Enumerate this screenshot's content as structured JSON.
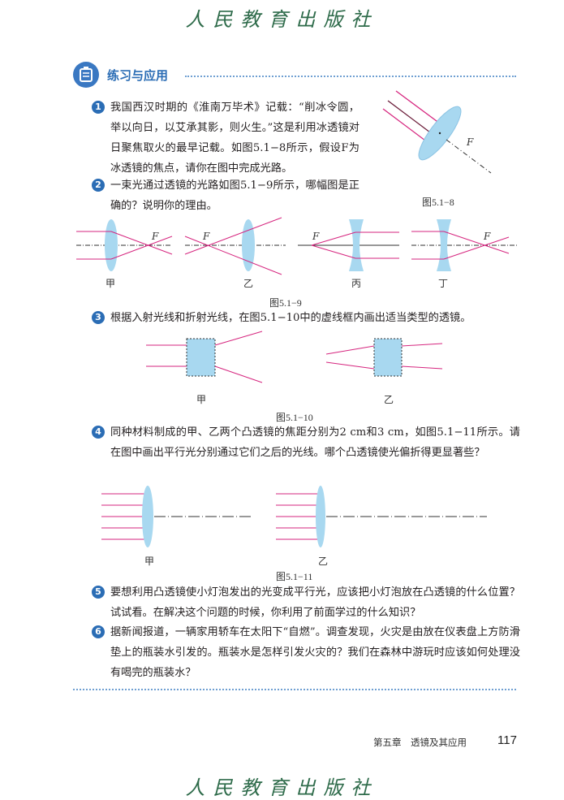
{
  "header": {
    "watermark": "人民教育出版社"
  },
  "section": {
    "title": "练习与应用",
    "icon": "exercise-clipboard-icon"
  },
  "questions": [
    {
      "num": "1",
      "text": "我国西汉时期的《淮南万毕术》记载：“削冰令圆，举以向日，以艾承其影，则火生。”这是利用冰透镜对日聚焦取火的最早记载。如图5.1−8所示，假设F为冰透镜的焦点，请你在图中完成光路。"
    },
    {
      "num": "2",
      "text": "一束光通过透镜的光路如图5.1−9所示，哪幅图是正确的？说明你的理由。"
    },
    {
      "num": "3",
      "text": "根据入射光线和折射光线，在图5.1−10中的虚线框内画出适当类型的透镜。"
    },
    {
      "num": "4",
      "text": "同种材料制成的甲、乙两个凸透镜的焦距分别为2 cm和3 cm，如图5.1−11所示。请在图中画出平行光分别通过它们之后的光线。哪个凸透镜使光偏折得更显著些？"
    },
    {
      "num": "5",
      "text": "要想利用凸透镜使小灯泡发出的光变成平行光，应该把小灯泡放在凸透镜的什么位置？试试看。在解决这个问题的时候，你利用了前面学过的什么知识？"
    },
    {
      "num": "6",
      "text": "据新闻报道，一辆家用轿车在太阳下“自燃”。调查发现，火灾是由放在仪表盘上方防滑垫上的瓶装水引发的。瓶装水是怎样引发火灾的？我们在森林中游玩时应该如何处理没有喝完的瓶装水？"
    }
  ],
  "figures": {
    "fig8": {
      "caption": "图5.1−8",
      "focus_label": "F"
    },
    "fig9": {
      "caption": "图5.1−9",
      "focus_label": "F",
      "labels": [
        "甲",
        "乙",
        "丙",
        "丁"
      ]
    },
    "fig10": {
      "caption": "图5.1−10",
      "labels": [
        "甲",
        "乙"
      ]
    },
    "fig11": {
      "caption": "图5.1−11",
      "labels": [
        "甲",
        "乙"
      ]
    }
  },
  "colors": {
    "accent": "#2b6db5",
    "ray": "#d6267f",
    "lens": "#a8d8f0"
  },
  "footer": {
    "chapter": "第五章　透镜及其应用",
    "page": "117"
  }
}
